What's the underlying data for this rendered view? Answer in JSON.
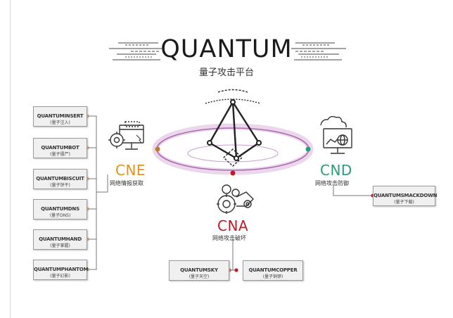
{
  "header": {
    "title": "QUANTUM",
    "subtitle": "量子攻击平台"
  },
  "nodes": {
    "cne": {
      "code": "CNE",
      "desc": "网络情报获取"
    },
    "cnd": {
      "code": "CND",
      "desc": "网络攻击防御"
    },
    "cna": {
      "code": "CNA",
      "desc": "网络攻击破坏"
    }
  },
  "cne_tools": [
    {
      "name": "QUANTUMINSERT",
      "zh": "(量子注入)"
    },
    {
      "name": "QUANTUMBOT",
      "zh": "(量子僵尸)"
    },
    {
      "name": "QUANTUMBISCUIT",
      "zh": "(量子饼干)"
    },
    {
      "name": "QUANTUMDNS",
      "zh": "(量子DNS)"
    },
    {
      "name": "QUANTUMHAND",
      "zh": "(量子掌握)"
    },
    {
      "name": "QUANTUMPHANTOM",
      "zh": "(量子幻影)"
    }
  ],
  "cnd_tools": [
    {
      "name": "QUANTUMSMACKDOWN",
      "zh": "(量子下载)"
    }
  ],
  "cna_tools": [
    {
      "name": "QUANTUMSKY",
      "zh": "(量子天空)"
    },
    {
      "name": "QUANTUMCOPPER",
      "zh": "(量子铜锣)"
    }
  ],
  "colors": {
    "cne": "#e3931d",
    "cnd": "#2a9b7c",
    "cna": "#c11a2a",
    "ring": "#b06bb0",
    "dot_cne": "#c07a2a"
  },
  "icons": {
    "center": "pyramid-icon",
    "cne": "gear-monitor-icon",
    "cnd": "globe-monitor-icon",
    "cna": "gear-cart-icon"
  }
}
